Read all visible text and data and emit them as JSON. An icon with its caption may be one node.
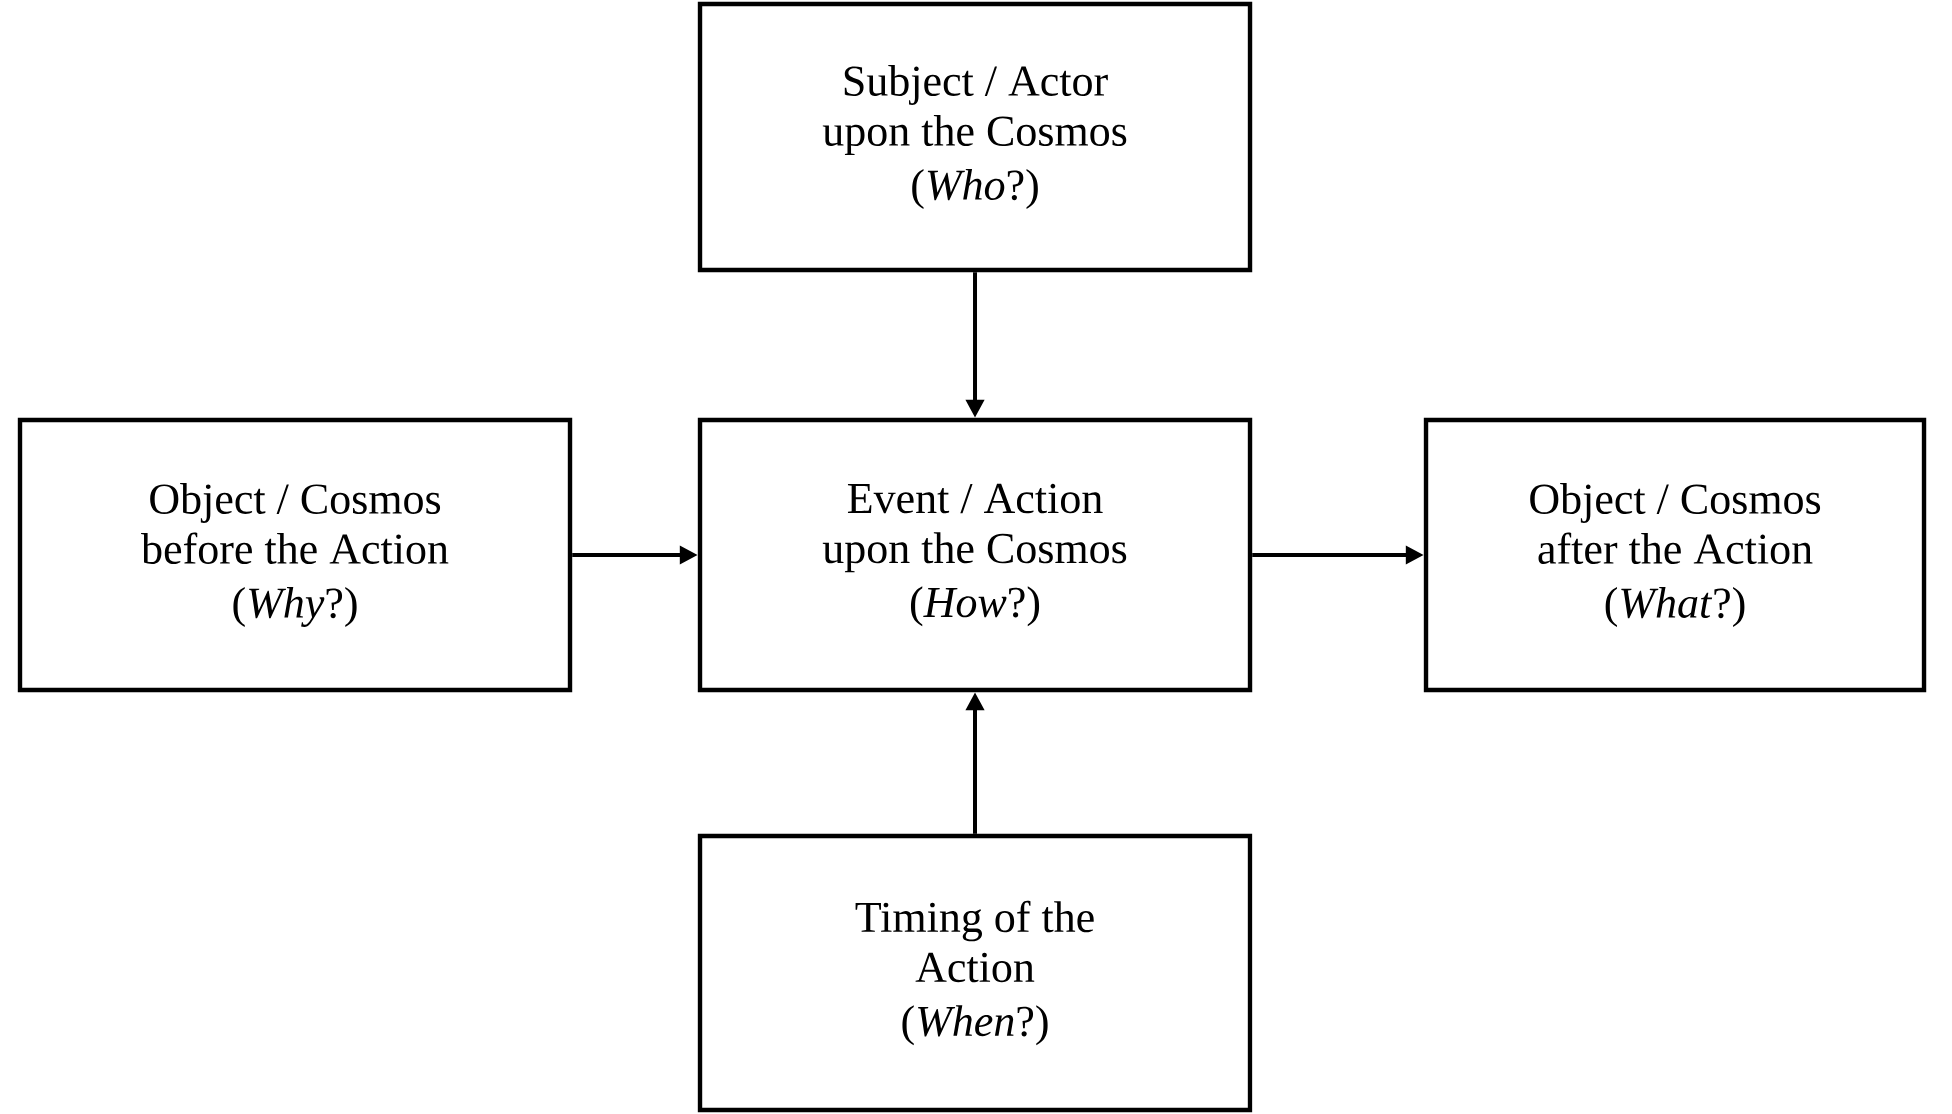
{
  "diagram": {
    "nodes": [
      {
        "text": [
          "Subject / Actor upon the Cosmos",
          "(*Who*?)"
        ]
      },
      {
        "text": [
          "Object / Cosmos before the Action",
          "(*Why*?)"
        ]
      },
      {
        "text": [
          "Event / Action upon the Cosmos",
          "(*How*?)"
        ]
      },
      {
        "text": [
          "Object / Cosmos after the Action",
          "(*What*?)"
        ]
      },
      {
        "text": [
          "Timing of the Action",
          "(*When*?)"
        ]
      }
    ],
    "edges": [
      {
        "from": 0,
        "to": 2,
        "arrow": "to"
      },
      {
        "from": 1,
        "to": 2,
        "arrow": "to"
      },
      {
        "from": 2,
        "to": 3,
        "arrow": "to"
      },
      {
        "from": 4,
        "to": 2,
        "arrow": "to"
      }
    ]
  }
}
